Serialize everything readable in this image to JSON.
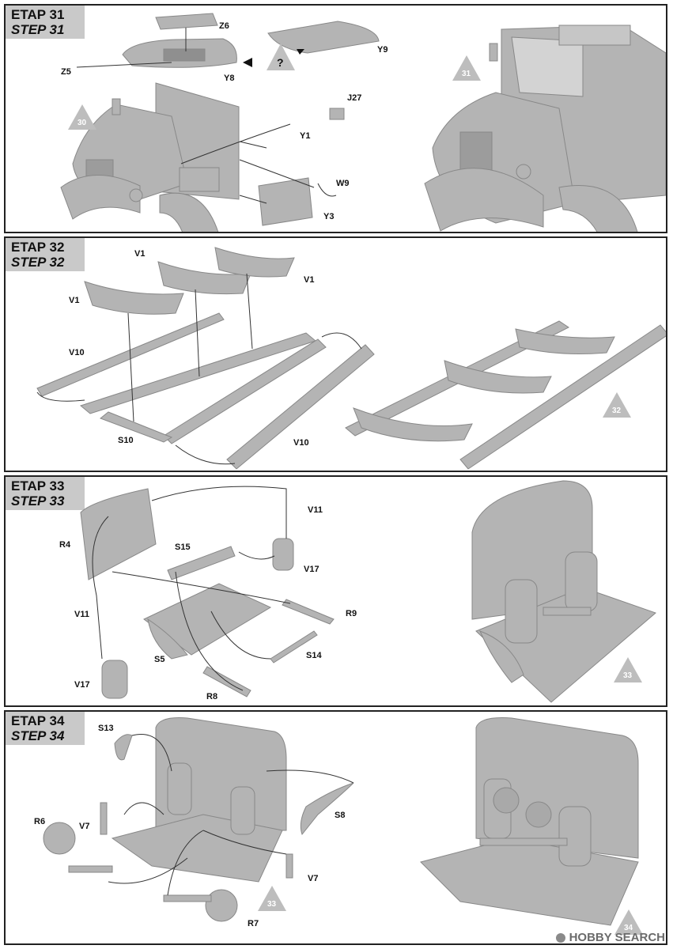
{
  "steps": [
    {
      "etap": "ETAP 31",
      "step": "STEP 31",
      "parts": [
        "Z6",
        "Y9",
        "Y8",
        "Z5",
        "J27",
        "Y1",
        "W9",
        "Y3"
      ],
      "question": "?",
      "markers": [
        "30",
        "31"
      ]
    },
    {
      "etap": "ETAP 32",
      "step": "STEP 32",
      "parts": [
        "V1",
        "V1",
        "V1",
        "V10",
        "S10",
        "V10"
      ],
      "markers": [
        "32"
      ]
    },
    {
      "etap": "ETAP 33",
      "step": "STEP 33",
      "parts": [
        "V11",
        "R4",
        "S15",
        "V17",
        "R9",
        "V11",
        "S14",
        "S5",
        "V17",
        "R8"
      ],
      "markers": [
        "33"
      ]
    },
    {
      "etap": "ETAP 34",
      "step": "STEP 34",
      "parts": [
        "S13",
        "S8",
        "R6",
        "V7",
        "V7",
        "R7"
      ],
      "markers": [
        "33",
        "34"
      ]
    }
  ],
  "watermark": {
    "text": "HOBBY SEARCH",
    "icon": "camera-icon"
  },
  "colors": {
    "model_gray": "#b4b4b4",
    "label_bg": "#c9c9c9",
    "marker": "#bdbdbd"
  }
}
